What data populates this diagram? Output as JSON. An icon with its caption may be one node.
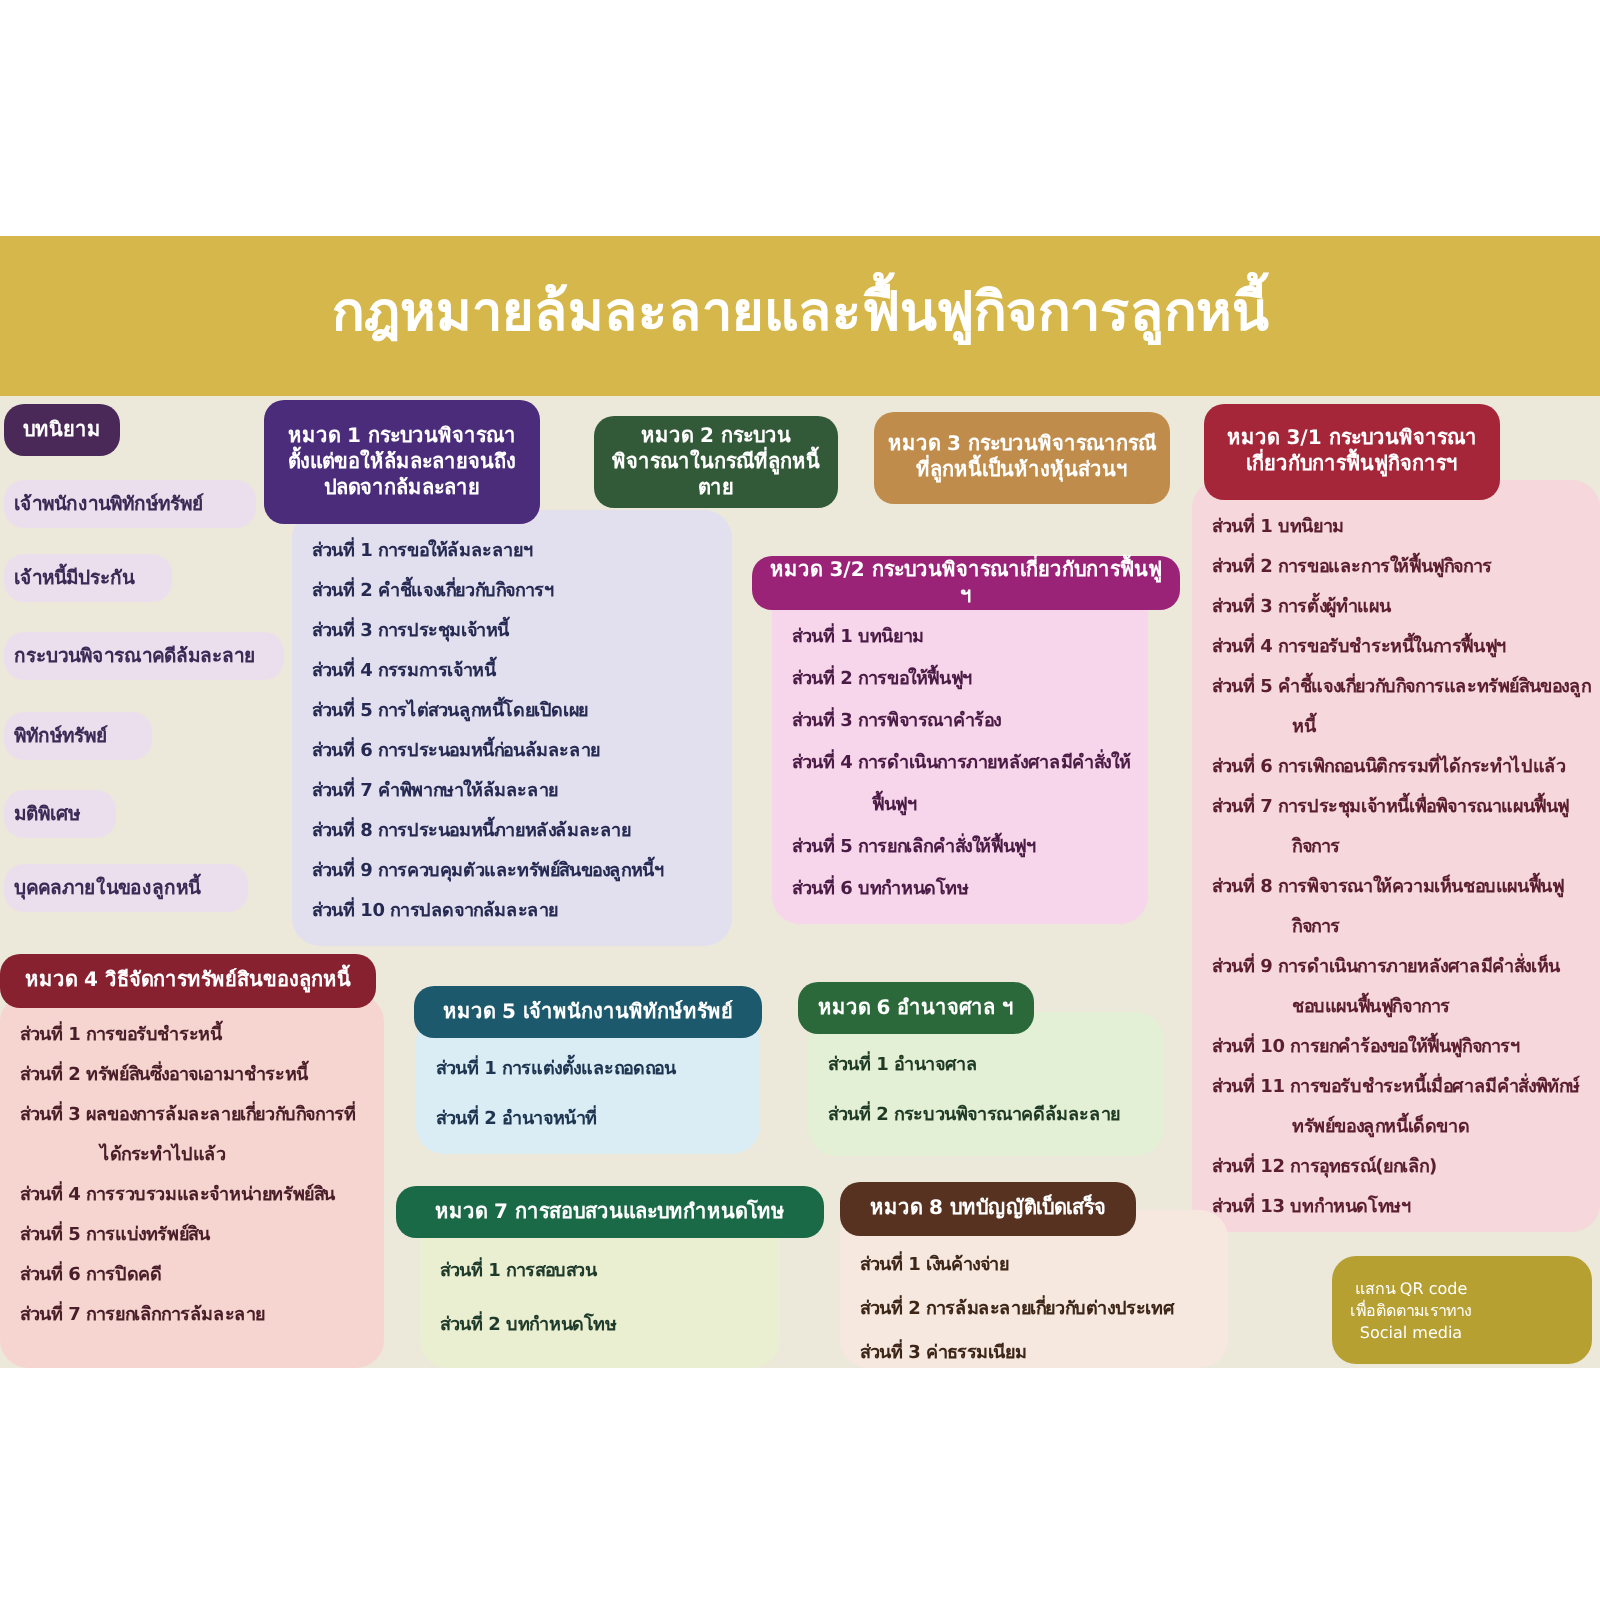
{
  "diagram": {
    "title": "กฎหมายล้มละลายและฟื้นฟูกิจการลูกหนี้",
    "nodes": [
      {
        "text": [
          "บทนิยาม"
        ]
      },
      {
        "text": [
          "เจ้าพนักงานพิทักษ์ทรัพย์"
        ]
      },
      {
        "text": [
          "เจ้าหนี้มีประกัน"
        ]
      },
      {
        "text": [
          "กระบวนพิจารณาคดีล้มละลาย"
        ]
      },
      {
        "text": [
          "พิทักษ์ทรัพย์"
        ]
      },
      {
        "text": [
          "มติพิเศษ"
        ]
      },
      {
        "text": [
          "บุคคลภายในของลูกหนี้"
        ]
      },
      {
        "text": [
          "หมวด 1 กระบวนพิจารณาตั้งแต่ขอให้ล้มละลายจนถึงปลดจากล้มละลาย",
          "ส่วนที่ 1 การขอให้ล้มละลายฯ",
          "ส่วนที่ 2 คำชี้แจงเกี่ยวกับกิจการฯ",
          "ส่วนที่ 3 การประชุมเจ้าหนี้",
          "ส่วนที่ 4 กรรมการเจ้าหนี้",
          "ส่วนที่ 5 การไต่สวนลูกหนี้โดยเปิดเผย",
          "ส่วนที่ 6 การประนอมหนี้ก่อนล้มละลาย",
          "ส่วนที่ 7 คำพิพากษาให้ล้มละลาย",
          "ส่วนที่ 8 การประนอมหนี้ภายหลังล้มละลาย",
          "ส่วนที่ 9 การควบคุมตัวและทรัพย์สินของลูกหนี้ฯ",
          "ส่วนที่ 10 การปลดจากล้มละลาย"
        ]
      },
      {
        "text": [
          "หมวด 2 กระบวนพิจารณาในกรณีที่ลูกหนี้ตาย"
        ]
      },
      {
        "text": [
          "หมวด 3 กระบวนพิจารณากรณีที่ลูกหนี้เป็นห้างหุ้นส่วนฯ"
        ]
      },
      {
        "text": [
          "หมวด 3/1 กระบวนพิจารณาเกี่ยวกับการฟื้นฟูกิจการฯ",
          "ส่วนที่ 1 บทนิยาม",
          "ส่วนที่ 2 การขอและการให้ฟื้นฟูกิจการ",
          "ส่วนที่ 3 การตั้งผู้ทำแผน",
          "ส่วนที่ 4 การขอรับชำระหนี้ในการฟื้นฟูฯ",
          "ส่วนที่ 5 คำชี้แจงเกี่ยวกับกิจการและทรัพย์สินของลูกหนี้",
          "ส่วนที่ 6 การเพิกถอนนิติกรรมที่ได้กระทำไปแล้ว",
          "ส่วนที่ 7 การประชุมเจ้าหนี้เพื่อพิจารณาแผนฟื้นฟูกิจการ",
          "ส่วนที่ 8 การพิจารณาให้ความเห็นชอบแผนฟื้นฟูกิจการ",
          "ส่วนที่ 9 การดำเนินการภายหลังศาลมีคำสั่งเห็นชอบแผนฟื้นฟูกิจาการ",
          "ส่วนที่ 10 การยกคำร้องขอให้ฟื้นฟูกิจการฯ",
          "ส่วนที่ 11 การขอรับชำระหนี้เมื่อศาลมีคำสั่งพิทักษ์ทรัพย์ของลูกหนี้เด็ดขาด",
          "ส่วนที่ 12 การอุทธรณ์(ยกเลิก)",
          "ส่วนที่ 13 บทกำหนดโทษฯ"
        ]
      },
      {
        "text": [
          "หมวด 3/2 กระบวนพิจารณาเกี่ยวกับการฟื้นฟู ฯ",
          "ส่วนที่ 1 บทนิยาม",
          "ส่วนที่ 2 การขอให้ฟื้นฟูฯ",
          "ส่วนที่ 3 การพิจารณาคำร้อง",
          "ส่วนที่ 4 การดำเนินการภายหลังศาลมีคำสั่งให้ฟื้นฟูฯ",
          "ส่วนที่ 5 การยกเลิกคำสั่งให้ฟื้นฟูฯ",
          "ส่วนที่ 6 บทกำหนดโทษ"
        ]
      },
      {
        "text": [
          "หมวด 4 วิธีจัดการทรัพย์สินของลูกหนี้",
          "ส่วนที่ 1 การขอรับชำระหนี้",
          "ส่วนที่ 2 ทรัพย์สินซึ่งอาจเอามาชำระหนี้",
          "ส่วนที่ 3 ผลของการล้มละลายเกี่ยวกับกิจการที่ได้กระทำไปแล้ว",
          "ส่วนที่ 4 การรวบรวมและจำหน่ายทรัพย์สิน",
          "ส่วนที่ 5 การแบ่งทรัพย์สิน",
          "ส่วนที่ 6 การปิดคดี",
          "ส่วนที่ 7 การยกเลิกการล้มละลาย"
        ]
      },
      {
        "text": [
          "หมวด 5 เจ้าพนักงานพิทักษ์ทรัพย์",
          "ส่วนที่ 1 การแต่งตั้งและถอดถอน",
          "ส่วนที่ 2 อำนาจหน้าที่"
        ]
      },
      {
        "text": [
          "หมวด 6 อำนาจศาล ฯ",
          "ส่วนที่ 1 อำนาจศาล",
          "ส่วนที่ 2 กระบวนพิจารณาคดีล้มละลาย"
        ]
      },
      {
        "text": [
          "หมวด 7 การสอบสวนและบทกำหนดโทษ",
          "ส่วนที่ 1 การสอบสวน",
          "ส่วนที่ 2 บทกำหนดโทษ"
        ]
      },
      {
        "text": [
          "หมวด 8 บทบัญญัติเบ็ดเสร็จ",
          "ส่วนที่ 1 เงินค้างจ่าย",
          "ส่วนที่ 2 การล้มละลายเกี่ยวกับต่างประเทศ",
          "ส่วนที่ 3 ค่าธรรมเนียม"
        ]
      },
      {
        "text": [
          "แสกน QR code เพื่อติดตามเราทาง Social media"
        ]
      }
    ]
  }
}
